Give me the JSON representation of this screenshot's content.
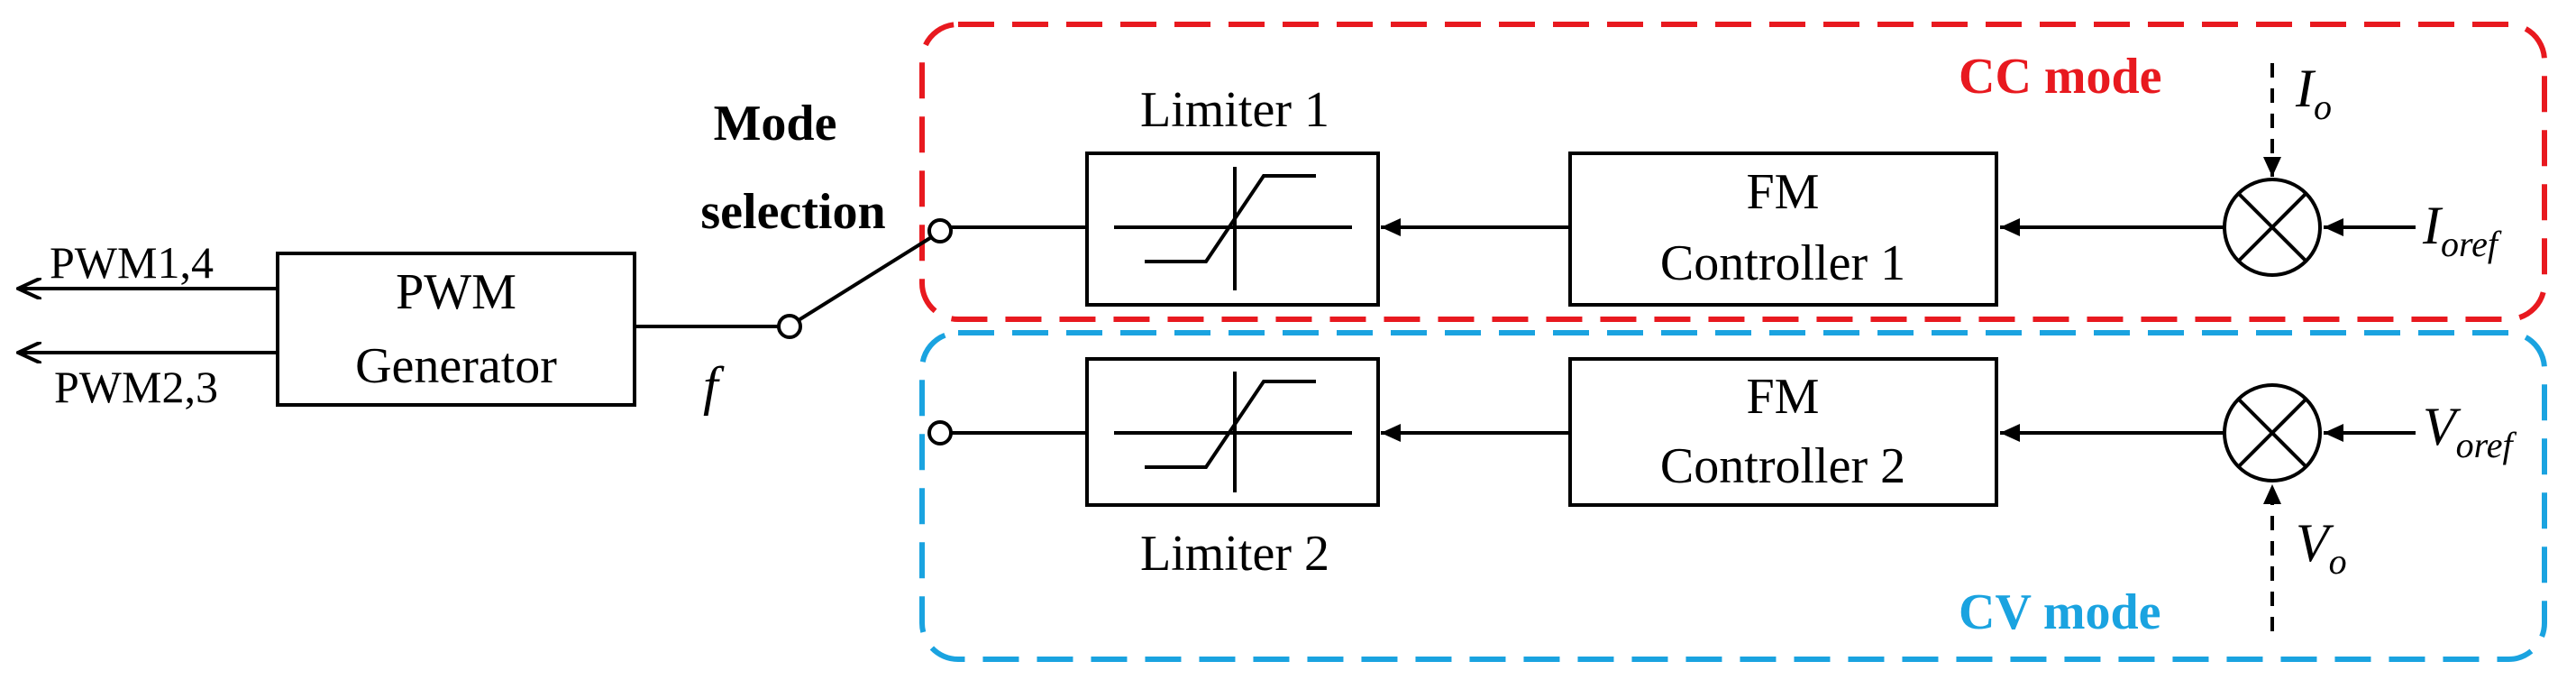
{
  "diagram": {
    "cc_mode_label": "CC mode",
    "cv_mode_label": "CV mode",
    "mode_selection_line1": "Mode",
    "mode_selection_line2": "selection",
    "frequency_label": "f",
    "pwm_outputs": [
      "PWM1,4",
      "PWM2,3"
    ],
    "pwm_generator": {
      "line1": "PWM",
      "line2": "Generator"
    },
    "limiter1_label": "Limiter 1",
    "limiter2_label": "Limiter 2",
    "fm_controller1": {
      "line1": "FM",
      "line2": "Controller 1"
    },
    "fm_controller2": {
      "line1": "FM",
      "line2": "Controller 2"
    },
    "io": {
      "base": "I",
      "sub": "o"
    },
    "ioref": {
      "base": "I",
      "sub": "oref"
    },
    "vo": {
      "base": "V",
      "sub": "o"
    },
    "voref": {
      "base": "V",
      "sub": "oref"
    }
  },
  "colors": {
    "cc_mode": "#e8191f",
    "cv_mode": "#1aa3e0",
    "line": "#000000"
  }
}
